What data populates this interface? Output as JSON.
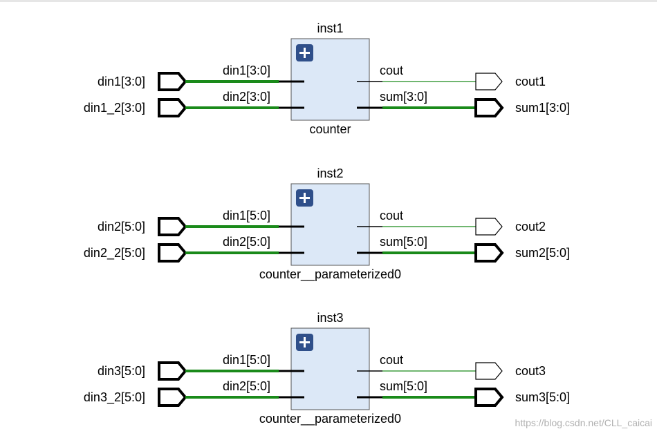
{
  "instances": [
    {
      "name": "inst1",
      "cell": "counter",
      "inputs": [
        {
          "port": "din1[3:0]",
          "pin": "din1[3:0]"
        },
        {
          "port": "din1_2[3:0]",
          "pin": "din2[3:0]"
        }
      ],
      "outputs": [
        {
          "pin": "cout",
          "port": "cout1",
          "bus": false
        },
        {
          "pin": "sum[3:0]",
          "port": "sum1[3:0]",
          "bus": true
        }
      ]
    },
    {
      "name": "inst2",
      "cell": "counter__parameterized0",
      "inputs": [
        {
          "port": "din2[5:0]",
          "pin": "din1[5:0]"
        },
        {
          "port": "din2_2[5:0]",
          "pin": "din2[5:0]"
        }
      ],
      "outputs": [
        {
          "pin": "cout",
          "port": "cout2",
          "bus": false
        },
        {
          "pin": "sum[5:0]",
          "port": "sum2[5:0]",
          "bus": true
        }
      ]
    },
    {
      "name": "inst3",
      "cell": "counter__parameterized0",
      "inputs": [
        {
          "port": "din3[5:0]",
          "pin": "din1[5:0]"
        },
        {
          "port": "din3_2[5:0]",
          "pin": "din2[5:0]"
        }
      ],
      "outputs": [
        {
          "pin": "cout",
          "port": "cout3",
          "bus": false
        },
        {
          "pin": "sum[5:0]",
          "port": "sum3[5:0]",
          "bus": true
        }
      ]
    }
  ],
  "watermark": "https://blog.csdn.net/CLL_caicai",
  "colors": {
    "wire": "#1a8a1a",
    "box_fill": "#dce8f7",
    "expand_button": "#2f4f8a"
  },
  "icons": {
    "expand": "plus-icon"
  }
}
